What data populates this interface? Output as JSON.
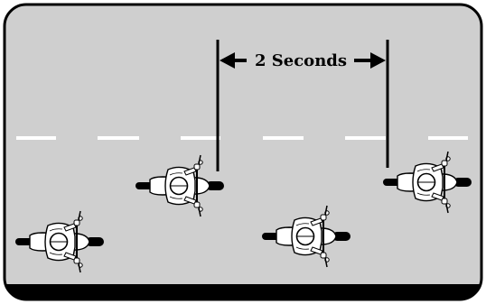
{
  "diagram": {
    "gap_label": "2 Seconds",
    "colors": {
      "road": "#cfcfcf",
      "border": "#000000",
      "lane_marking": "#ffffff",
      "curb": "#000000",
      "marker_line": "#000000",
      "rider_fill": "#ffffff",
      "rider_stroke": "#000000"
    },
    "motorcycles": [
      {
        "name": "motorcycle-rider-1",
        "icon": "motorcycle-top-view"
      },
      {
        "name": "motorcycle-rider-2",
        "icon": "motorcycle-top-view"
      },
      {
        "name": "motorcycle-rider-3",
        "icon": "motorcycle-top-view"
      },
      {
        "name": "motorcycle-rider-4",
        "icon": "motorcycle-top-view"
      }
    ]
  }
}
